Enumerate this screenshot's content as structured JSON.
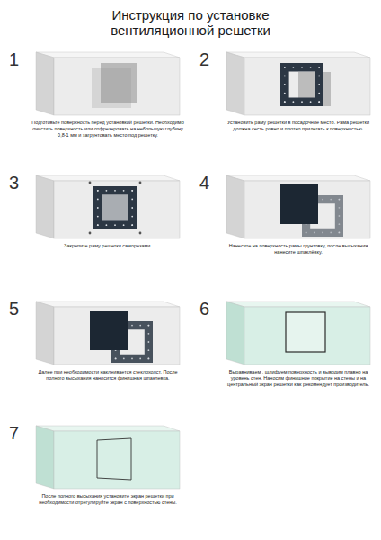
{
  "diagram": {
    "title": "Инструкция по установке вентиляционной решетки",
    "labels": [
      "1",
      "Подготовьте поверхность перед установкой решетки. Необходимо очистить поверхность или отфрезеровать на небольшую глубину 0,8-1 мм и загрунтовать место под решетку.",
      "2",
      "Установить раму решетки в посадочное место. Рама решетки должна сесть ровно и плотно прилегать к поверхностью.",
      "3",
      "Закрепите раму решетки саморезами.",
      "4",
      "Нанесите на поверхность рамы грунтовку, после высыхания нанесите шпаклёвку.",
      "5",
      "Далее при необходимости наклеивается стеклохолст. После полного высыхания наносится финишная шпаклевка.",
      "6",
      "Выравниваем , шлифуем поверхность и выводим плавно на уровень стен. Наносим финишное покрытие на стены и на центральный экран решетки как рекомендует производитель.",
      "7",
      "После полного высыхания установите экран решетки при необходимости отрегулируйте экран с поверхностью стены."
    ]
  }
}
